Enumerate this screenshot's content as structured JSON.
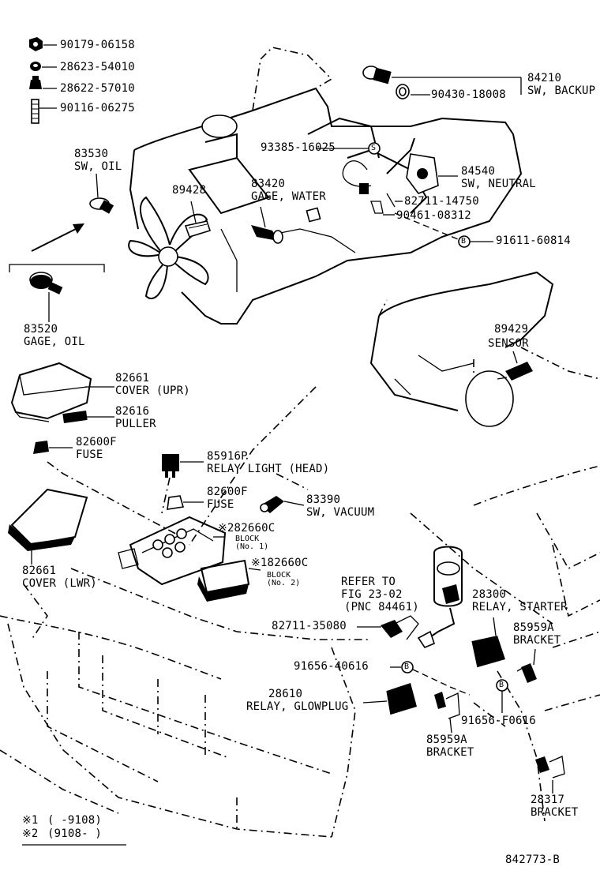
{
  "labels": {
    "p90179": "90179-06158",
    "p28623": "28623-54010",
    "p28622": "28622-57010",
    "p90116": "90116-06275",
    "p83530_num": "83530",
    "p83530_name": "SW, OIL",
    "p83520_num": "83520",
    "p83520_name": "GAGE, OIL",
    "p89428": "89428",
    "p83420_num": "83420",
    "p83420_name": "GAGE, WATER",
    "p84210_num": "84210",
    "p84210_name": "SW, BACKUP",
    "p90430": "90430-18008",
    "p93385": "93385-16025",
    "p84540_num": "84540",
    "p84540_name": "SW, NEUTRAL",
    "p82711a": "82711-14750",
    "p90461": "90461-08312",
    "p91611": "91611-60814",
    "p89429_num": "89429",
    "p89429_name": "SENSOR",
    "p82661u_num": "82661",
    "p82661u_name": "COVER (UPR)",
    "p82616_num": "82616",
    "p82616_name": "PULLER",
    "p82600a_num": "82600F",
    "p82600a_name": "FUSE",
    "p85916_num": "85916P",
    "p85916_name": "RELAY LIGHT (HEAD)",
    "p82600b_num": "82600F",
    "p82600b_name": "FUSE",
    "p83390_num": "83390",
    "p83390_name": "SW, VACUUM",
    "p82660c2_num": "※282660C",
    "p82660c2_name": "BLOCK",
    "p82660c2_sub": "(No. 1)",
    "p82660c1_num": "※182660C",
    "p82660c1_name": "BLOCK",
    "p82660c1_sub": "(No. 2)",
    "p82661l_num": "82661",
    "p82661l_name": "COVER (LWR)",
    "refer1": "REFER TO",
    "refer2": "FIG 23-02",
    "refer3": "(PNC 84461)",
    "p28300_num": "28300",
    "p28300_name": "RELAY, STARTER",
    "p82711b": "82711-35080",
    "p85959a_num": "85959A",
    "p85959a_name": "BRACKET",
    "p91656a": "91656-40616",
    "p28610_num": "28610",
    "p28610_name": "RELAY, GLOWPLUG",
    "p91656b": "91656-F0616",
    "p85959b_num": "85959A",
    "p85959b_name": "BRACKET",
    "p28317_num": "28317",
    "p28317_name": "BRACKET",
    "note1_mark": "※1",
    "note1_range": "(      -9108)",
    "note2_mark": "※2",
    "note2_range": "(9108-      )",
    "figure_id": "842773-B",
    "marker_s": "S",
    "marker_b": "B"
  }
}
